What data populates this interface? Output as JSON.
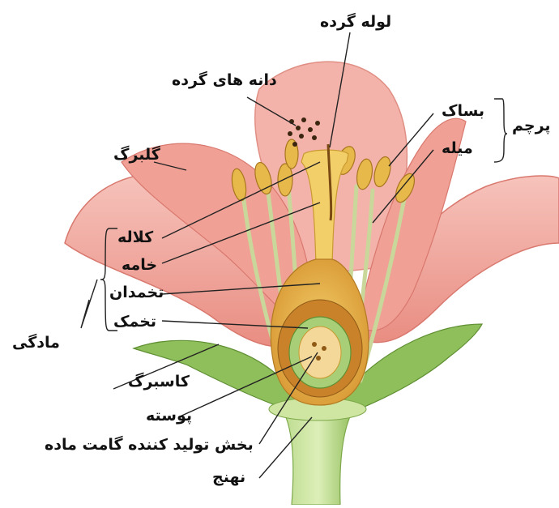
{
  "labels": {
    "pollen_tube": "لوله گرده",
    "pollen_grains": "دانه های گرده",
    "petal": "گلبرگ",
    "anther": "بساک",
    "filament": "میله",
    "stamen": "پرچم",
    "stigma": "کلاله",
    "style": "خامه",
    "ovary": "تخمدان",
    "ovule": "تخمک",
    "pistil": "مادگی",
    "sepal": "کاسبرگ",
    "integument": "پوسته",
    "female_gamete_part": "بخش تولید کننده گامت ماده",
    "receptacle": "نهنج"
  },
  "colors": {
    "petal": "#f2a59b",
    "petal_dark": "#d9786e",
    "sepal": "#8fbf5a",
    "stem": "#a7cc72",
    "pistil": "#f3cf6a",
    "ovary_wall": "#c9822a",
    "anther": "#e7b84a",
    "filament": "#c9d89a",
    "leader": "#222222"
  }
}
